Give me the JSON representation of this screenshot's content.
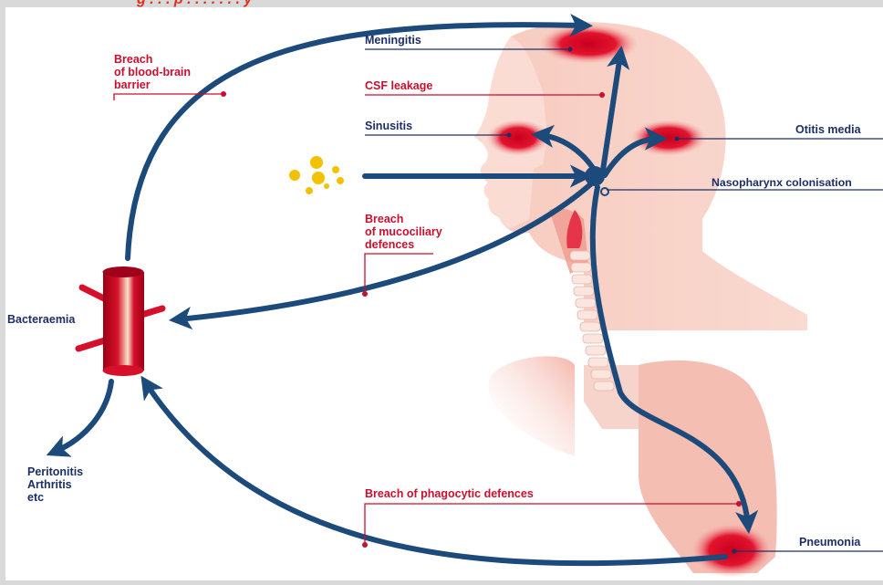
{
  "header_fragment": "g . . . p . . . . . . . y",
  "labels": {
    "meningitis": "Meningitis",
    "csf_leakage": "CSF leakage",
    "sinusitis": "Sinusitis",
    "otitis_media": "Otitis media",
    "nasopharynx_colonisation": "Nasopharynx colonisation",
    "breach_bbb_1": "Breach",
    "breach_bbb_2": "of blood-brain",
    "breach_bbb_3": "barrier",
    "breach_muco_1": "Breach",
    "breach_muco_2": "of mucociliary",
    "breach_muco_3": "defences",
    "bacteraemia": "Bacteraemia",
    "peritonitis": "Peritonitis",
    "arthritis": "Arthritis",
    "etc": "etc",
    "breach_phago": "Breach of phagocytic defences",
    "pneumonia": "Pneumonia"
  },
  "colors": {
    "navy": "#1c4a7a",
    "text_navy": "#1c2f66",
    "red": "#c8102e",
    "body_pink": "#f7c9bd",
    "infection_red": "#d9102a",
    "bacteria_yellow": "#f2c200"
  }
}
